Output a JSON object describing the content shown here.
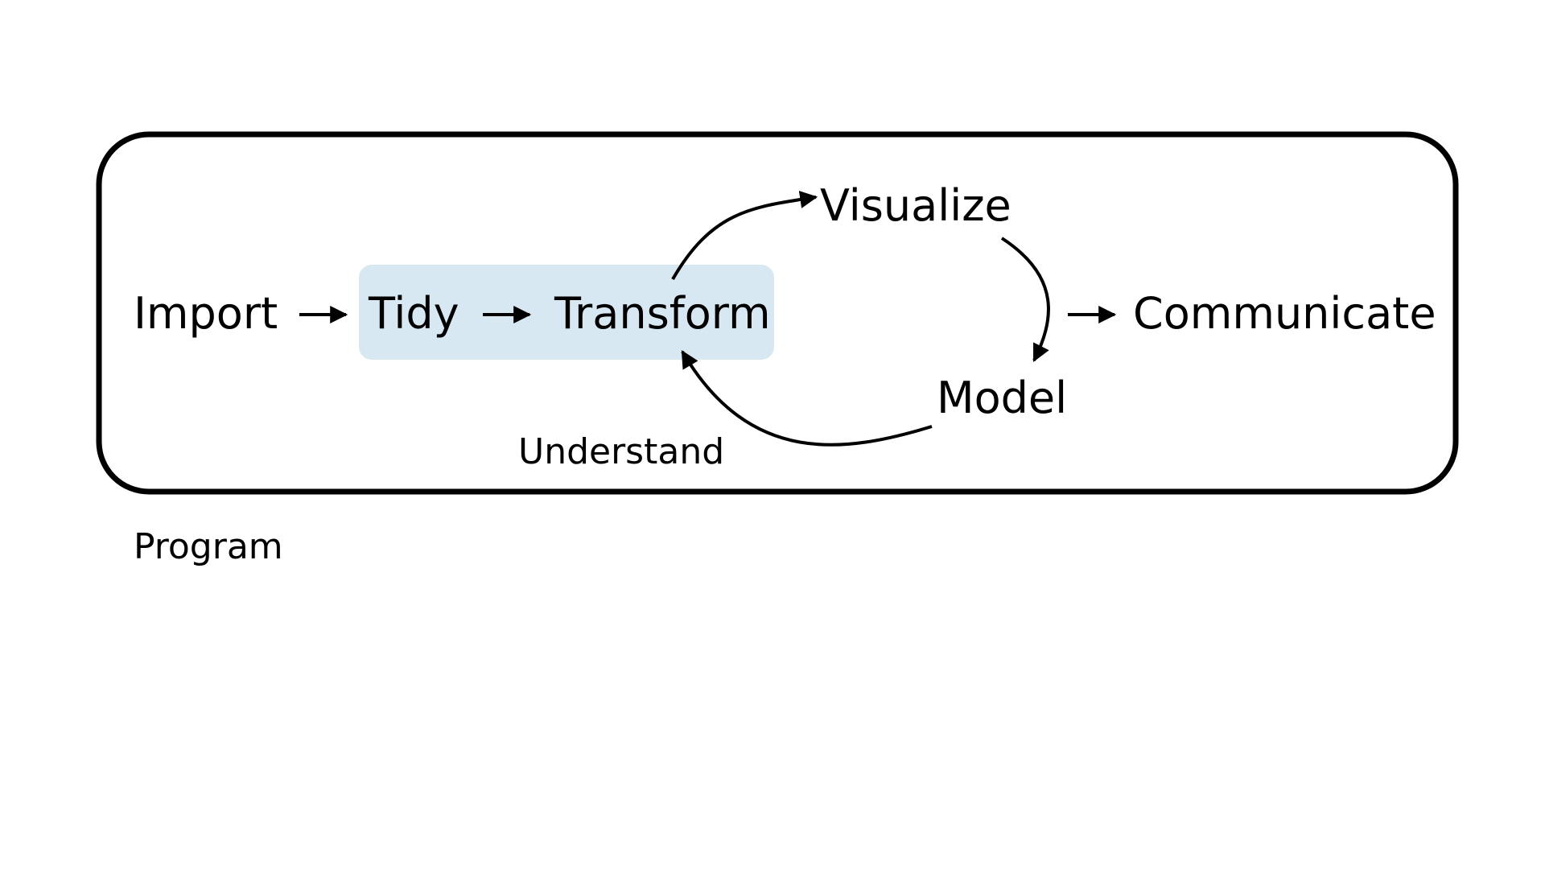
{
  "diagram": {
    "nodes": {
      "import": "Import",
      "tidy": "Tidy",
      "transform": "Transform",
      "visualize": "Visualize",
      "model": "Model",
      "communicate": "Communicate"
    },
    "labels": {
      "understand": "Understand",
      "program": "Program"
    },
    "colors": {
      "stroke": "#000000",
      "highlight": "#d8e8f2",
      "background": "#ffffff"
    },
    "edges": [
      [
        "Import",
        "Tidy"
      ],
      [
        "Tidy",
        "Transform"
      ],
      [
        "Transform",
        "Visualize"
      ],
      [
        "Visualize",
        "Model"
      ],
      [
        "Model",
        "Transform"
      ],
      [
        "Model",
        "Communicate"
      ]
    ]
  }
}
